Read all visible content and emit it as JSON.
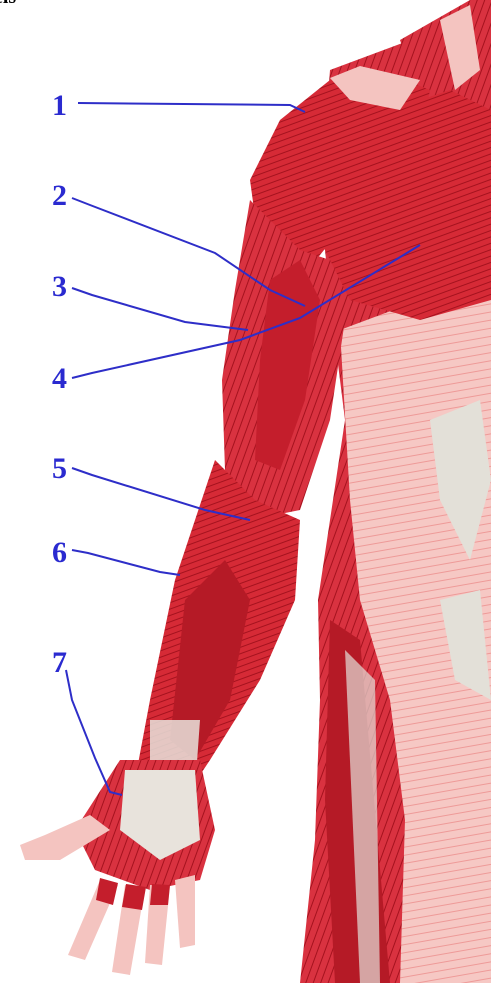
{
  "header_partial_text": "els",
  "colors": {
    "muscle": "#d62a36",
    "muscle_dark": "#a5121e",
    "muscle_light": "#f08c8c",
    "skin": "#f4c4c0",
    "tendon": "#e8e3dc",
    "leader": "#2e2ec8",
    "label": "#2a2ad0"
  },
  "labels": [
    {
      "number": "1"
    },
    {
      "number": "2"
    },
    {
      "number": "3"
    },
    {
      "number": "4"
    },
    {
      "number": "5"
    },
    {
      "number": "6"
    },
    {
      "number": "7"
    }
  ]
}
